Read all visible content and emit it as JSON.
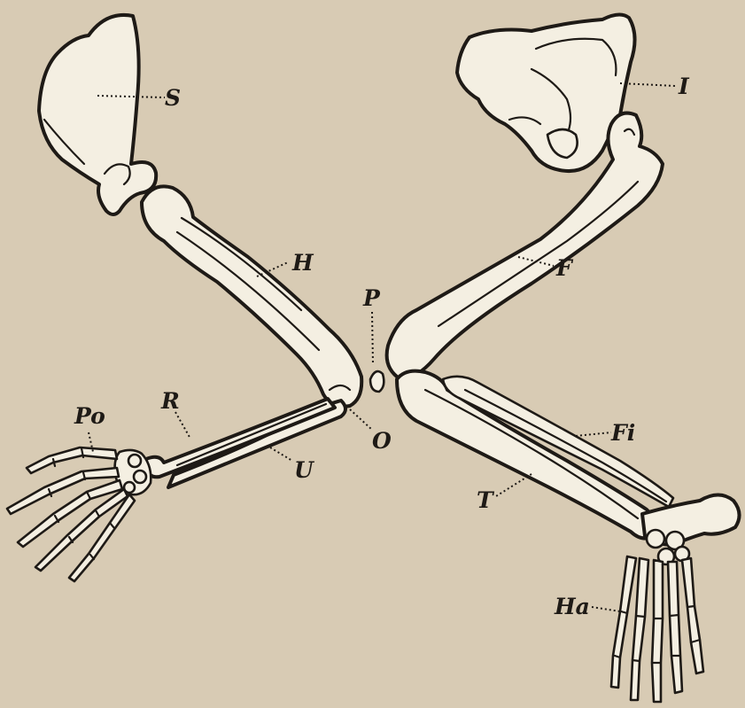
{
  "labels": {
    "S": "S",
    "H": "H",
    "I": "I",
    "F": "F",
    "P": "P",
    "O": "O",
    "R": "R",
    "U": "U",
    "Po": "Po",
    "Fi": "Fi",
    "T": "T",
    "Ha": "Ha"
  },
  "colors": {
    "background": "#d8cbb4",
    "bone": "#f4efe2",
    "ink": "#1e1a16"
  }
}
